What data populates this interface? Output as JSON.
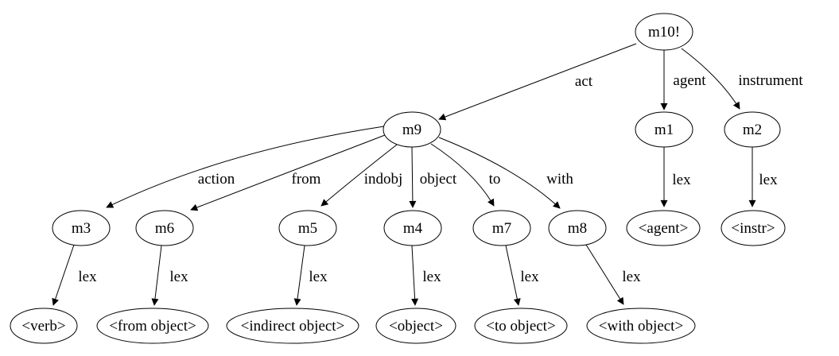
{
  "diagram": {
    "type": "directed-graph",
    "background_color": "#ffffff",
    "node_fill_color": "#ffffff",
    "line_color": "#000000",
    "text_color": "#000000",
    "nodes": [
      {
        "id": "m10",
        "label": "m10!"
      },
      {
        "id": "m9",
        "label": "m9"
      },
      {
        "id": "m1",
        "label": "m1"
      },
      {
        "id": "m2",
        "label": "m2"
      },
      {
        "id": "m3",
        "label": "m3"
      },
      {
        "id": "m6",
        "label": "m6"
      },
      {
        "id": "m5",
        "label": "m5"
      },
      {
        "id": "m4",
        "label": "m4"
      },
      {
        "id": "m7",
        "label": "m7"
      },
      {
        "id": "m8",
        "label": "m8"
      },
      {
        "id": "agent-lex",
        "label": "<agent>"
      },
      {
        "id": "instr-lex",
        "label": "<instr>"
      },
      {
        "id": "verb-lex",
        "label": "<verb>"
      },
      {
        "id": "from-object-lex",
        "label": "<from object>"
      },
      {
        "id": "indirect-object-lex",
        "label": "<indirect object>"
      },
      {
        "id": "object-lex",
        "label": "<object>"
      },
      {
        "id": "to-object-lex",
        "label": "<to object>"
      },
      {
        "id": "with-object-lex",
        "label": "<with object>"
      }
    ],
    "edges": [
      {
        "from": "m10!",
        "to": "m9",
        "label": "act"
      },
      {
        "from": "m10!",
        "to": "m1",
        "label": "agent"
      },
      {
        "from": "m10!",
        "to": "m2",
        "label": "instrument"
      },
      {
        "from": "m9",
        "to": "m3",
        "label": "action"
      },
      {
        "from": "m9",
        "to": "m6",
        "label": "from"
      },
      {
        "from": "m9",
        "to": "m5",
        "label": "indobj"
      },
      {
        "from": "m9",
        "to": "m4",
        "label": "object"
      },
      {
        "from": "m9",
        "to": "m7",
        "label": "to"
      },
      {
        "from": "m9",
        "to": "m8",
        "label": "with"
      },
      {
        "from": "m3",
        "to": "<verb>",
        "label": "lex"
      },
      {
        "from": "m6",
        "to": "<from object>",
        "label": "lex"
      },
      {
        "from": "m5",
        "to": "<indirect object>",
        "label": "lex"
      },
      {
        "from": "m4",
        "to": "<object>",
        "label": "lex"
      },
      {
        "from": "m7",
        "to": "<to object>",
        "label": "lex"
      },
      {
        "from": "m8",
        "to": "<with object>",
        "label": "lex"
      },
      {
        "from": "m1",
        "to": "<agent>",
        "label": "lex"
      },
      {
        "from": "m2",
        "to": "<instr>",
        "label": "lex"
      }
    ]
  }
}
